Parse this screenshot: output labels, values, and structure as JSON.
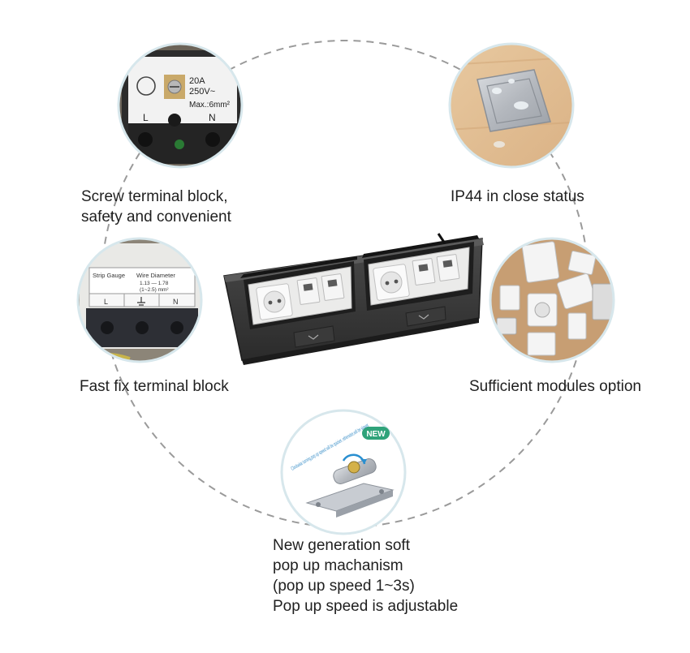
{
  "features": [
    {
      "id": "screw-terminal",
      "lines": [
        "Screw terminal block,",
        "safety and convenient"
      ]
    },
    {
      "id": "ip44",
      "lines": [
        "IP44 in close status"
      ]
    },
    {
      "id": "fast-fix",
      "lines": [
        "Fast fix terminal block"
      ]
    },
    {
      "id": "modules",
      "lines": [
        "Sufficient modules option"
      ]
    },
    {
      "id": "pop-up",
      "lines": [
        "New generation soft",
        "pop up machanism",
        "(pop up speed 1~3s)",
        "Pop up speed is adjustable"
      ]
    }
  ],
  "terminal_labels": {
    "rating_current": "20A",
    "rating_voltage": "250V~",
    "max_wire": "Max.:6mm²",
    "live": "L",
    "neutral": "N"
  },
  "fast_fix_labels": {
    "strip_gauge": "Strip Gauge",
    "wire_diameter": "Wire Diameter",
    "wire_range": "1.13 — 1.78",
    "wire_mm": "(1~2.5) mm²",
    "live": "L",
    "neutral": "N"
  },
  "popup_labels": {
    "badge": "NEW",
    "note": "Clockwise turning,pop up speed will be quicker, otherwise,will be slower."
  },
  "icons": [
    "certification-mark-icon",
    "ground-icon",
    "socket-icon",
    "network-jack-icon"
  ]
}
